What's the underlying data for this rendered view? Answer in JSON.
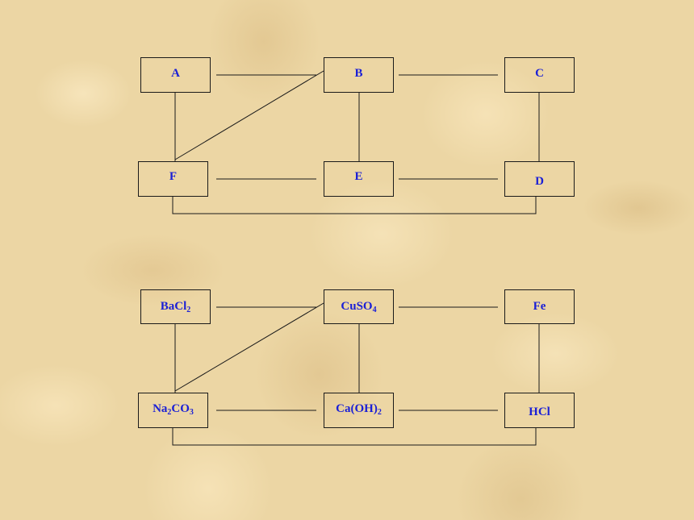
{
  "diagram_top": {
    "node_a": "A",
    "node_b": "B",
    "node_c": "C",
    "node_d": "D",
    "node_e": "E",
    "node_f": "F"
  },
  "diagram_bottom": {
    "bacl2": {
      "main": "BaCl",
      "sub": "2"
    },
    "cuso4": {
      "main": "CuSO",
      "sub": "4"
    },
    "fe": "Fe",
    "na2co3": {
      "p1": "Na",
      "s1": "2",
      "p2": "CO",
      "s2": "3"
    },
    "caoh2": {
      "main": "Ca(OH)",
      "sub": "2"
    },
    "hcl": "HCl"
  },
  "colors": {
    "label_text": "#1a1fd6",
    "line": "#1a1a1a",
    "background": "#ecd6a4"
  }
}
